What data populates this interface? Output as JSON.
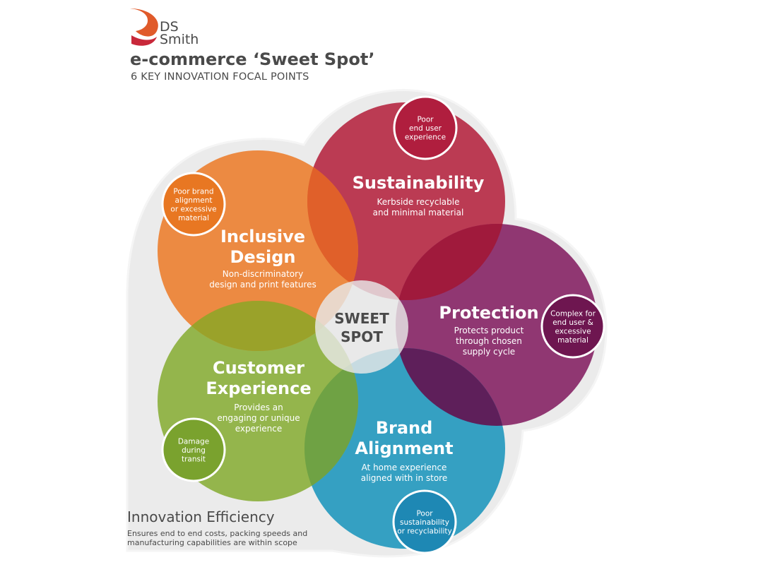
{
  "logo": {
    "name": "DS Smith",
    "line1": "DS",
    "line2": "Smith"
  },
  "title": "e-commerce ‘Sweet Spot’",
  "subtitle": "6 KEY INNOVATION FOCAL POINTS",
  "center": {
    "line1": "SWEET",
    "line2": "SPOT"
  },
  "circles": {
    "sustainability": {
      "title": [
        "Sustainability"
      ],
      "desc": [
        "Kerbside recyclable",
        "and minimal material"
      ],
      "color": "#b8324b"
    },
    "inclusive": {
      "title": [
        "Inclusive",
        "Design"
      ],
      "desc": [
        "Non-discriminatory",
        "design and print features"
      ],
      "color": "#ec8030"
    },
    "protection": {
      "title": [
        "Protection"
      ],
      "desc": [
        "Protects product",
        "through chosen",
        "supply cycle"
      ],
      "color": "#8b2d6b"
    },
    "customer": {
      "title": [
        "Customer",
        "Experience"
      ],
      "desc": [
        "Provides an",
        "engaging or unique",
        "experience"
      ],
      "color": "#8db040"
    },
    "brand": {
      "title": [
        "Brand",
        "Alignment"
      ],
      "desc": [
        "At home experience",
        "aligned with in store"
      ],
      "color": "#2b9cc0"
    }
  },
  "badges": {
    "sustainability": [
      "Poor",
      "end user",
      "experience"
    ],
    "inclusive": [
      "Poor brand",
      "alignment",
      "or excessive",
      "material"
    ],
    "protection": [
      "Complex for",
      "end user &",
      "excessive",
      "material"
    ],
    "customer": [
      "Damage",
      "during",
      "transit"
    ],
    "brand": [
      "Poor",
      "sustainability",
      "or recyclability"
    ]
  },
  "efficiency": {
    "title": "Innovation Efficiency",
    "desc": "Ensures end to end costs, packing speeds and manufacturing capabilities are within scope"
  }
}
